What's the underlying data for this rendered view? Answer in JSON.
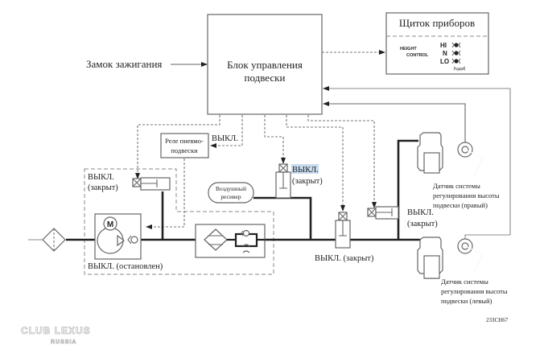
{
  "diagram": {
    "ignition": "Замок зажигания",
    "ecu": {
      "line1": "Блок управления",
      "line2": "подвески"
    },
    "dashboard": {
      "title": "Щиток приборов",
      "height_label_1": "HEIGHT",
      "height_label_2": "CONTROL",
      "indicators": [
        "HI",
        "N",
        "LO"
      ],
      "off_label": "OFF"
    },
    "relay": {
      "line1": "Реле пневмо-",
      "line2": "подвески"
    },
    "relay_state": "ВЫКЛ.",
    "compressor_valve": {
      "line1": "ВЫКЛ.",
      "line2": "(закрыт)"
    },
    "compressor_state": "ВЫКЛ. (остановлен)",
    "motor_symbol": "M",
    "reservoir": {
      "line1": "Воздушный",
      "line2": "ресивер"
    },
    "reservoir_valve": {
      "line1": "ВЫКЛ.",
      "line2": "(закрыт)"
    },
    "front_valve_state": "ВЫКЛ. (закрыт)",
    "right_valve": {
      "line1": "ВЫКЛ.",
      "line2": "(закрыт)"
    },
    "sensor_right": {
      "line1": "Датчик системы",
      "line2": "регулирования высоты",
      "line3": "подвески (правый)"
    },
    "sensor_left": {
      "line1": "Датчик системы",
      "line2": "регулирования высоты",
      "line3": "подвески (левый)"
    },
    "figure_code": "233CH67",
    "watermark": {
      "line1": "CLUB LEXUS",
      "line2": "RUSSIA"
    }
  }
}
